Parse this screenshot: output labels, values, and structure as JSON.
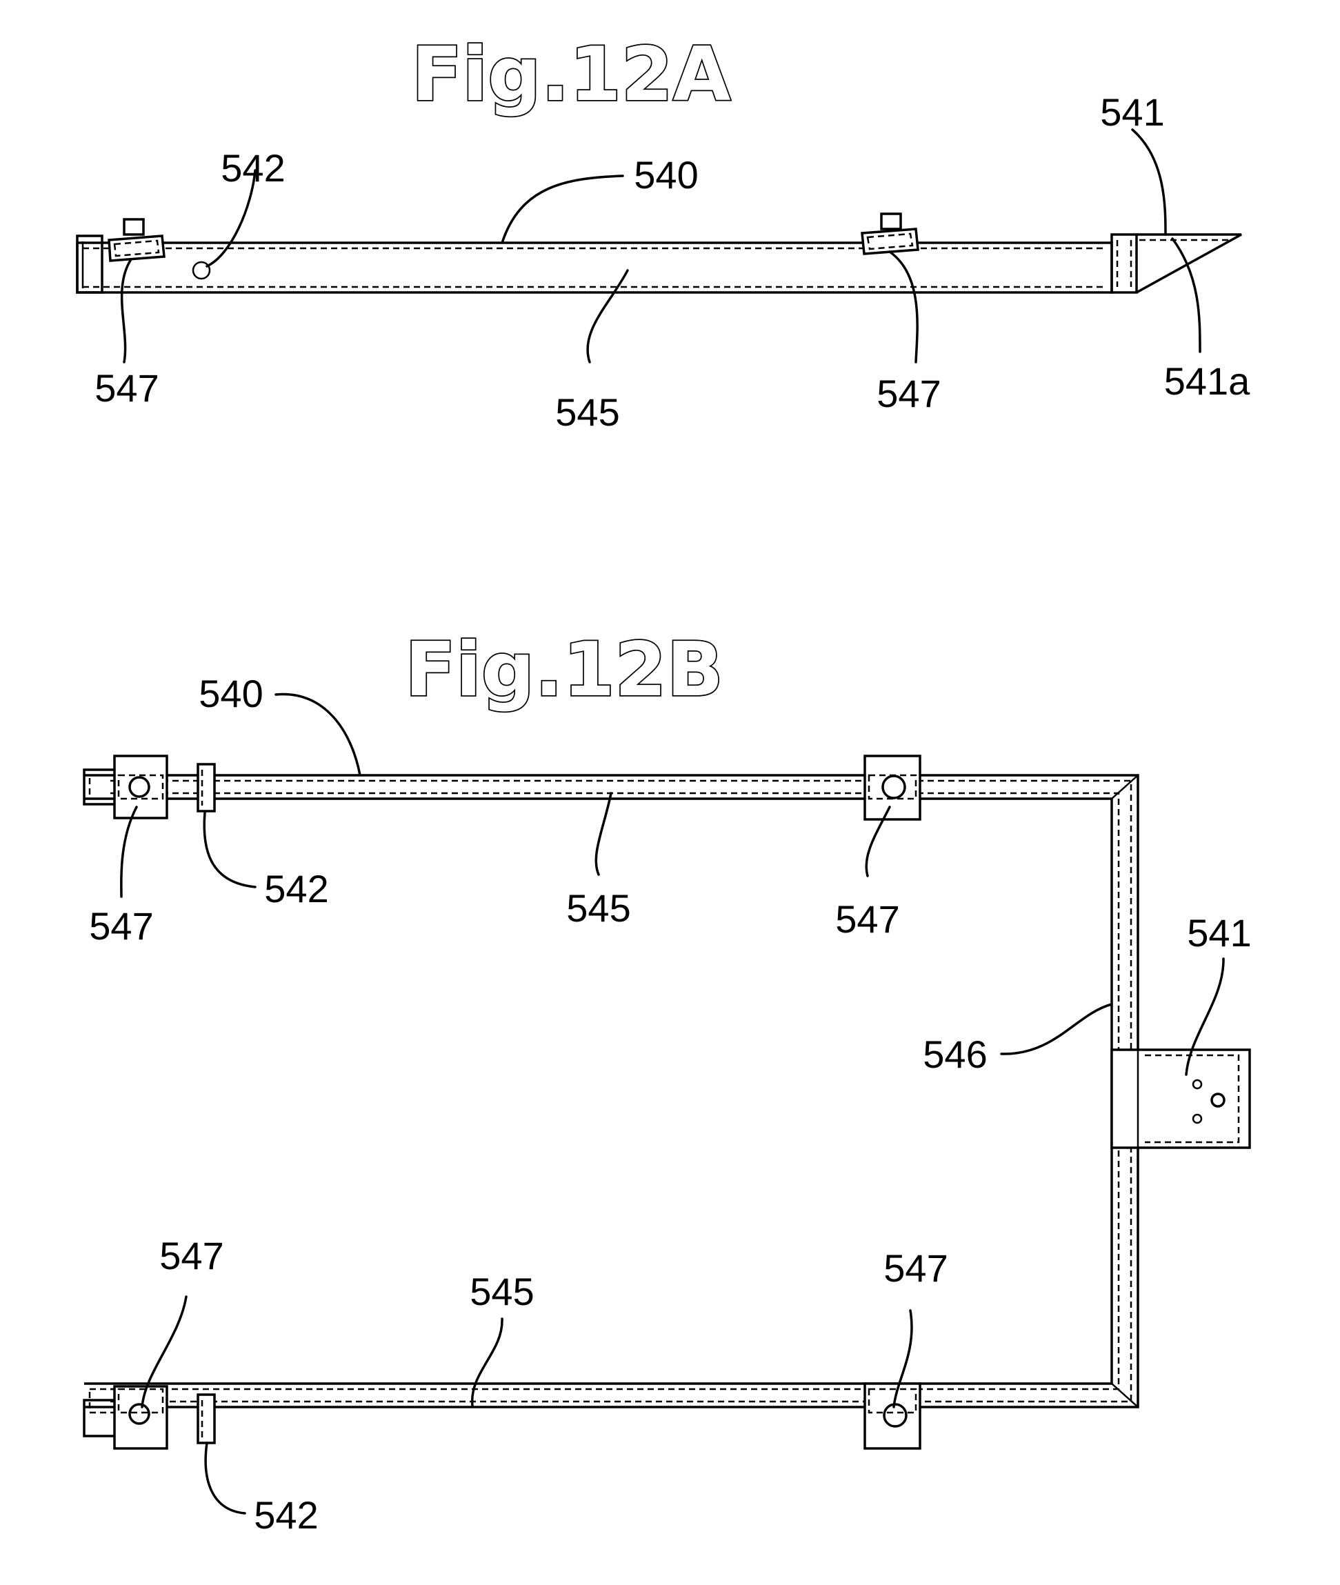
{
  "figures": {
    "fig12a": {
      "title": "Fig.12A",
      "labels": {
        "l541": "541",
        "l542": "542",
        "l540": "540",
        "l547_left": "547",
        "l545": "545",
        "l547_right": "547",
        "l541a": "541a"
      }
    },
    "fig12b": {
      "title": "Fig.12B",
      "labels": {
        "l540": "540",
        "l547_top_left": "547",
        "l542_top": "542",
        "l545_top": "545",
        "l547_top_right": "547",
        "l541": "541",
        "l546": "546",
        "l547_bottom_left": "547",
        "l545_bottom": "545",
        "l547_bottom_right": "547",
        "l542_bottom": "542"
      }
    }
  }
}
